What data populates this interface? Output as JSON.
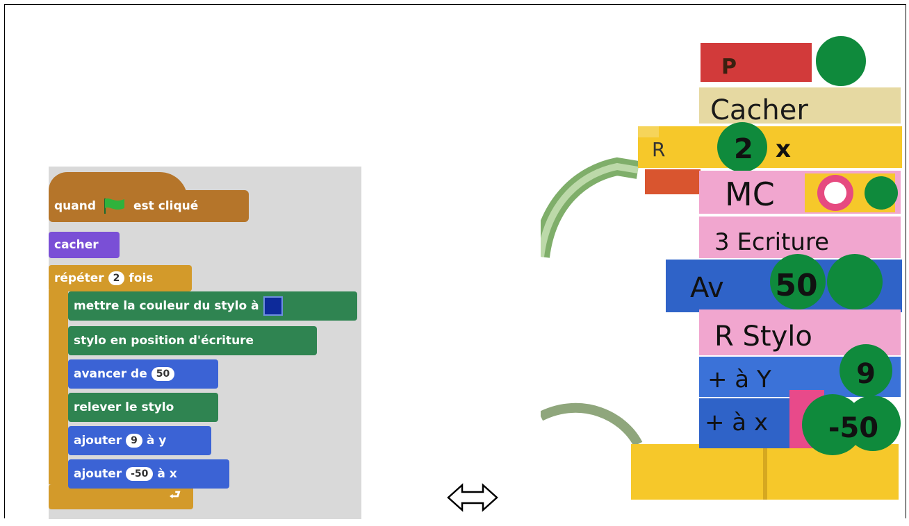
{
  "scratch": {
    "when_prefix": "quand",
    "when_suffix": "est cliqué",
    "hide": "cacher",
    "repeat_prefix": "répéter",
    "repeat_count": "2",
    "repeat_suffix": "fois",
    "set_pen_color": "mettre la couleur du stylo à",
    "pen_down": "stylo en position d'écriture",
    "move_prefix": "avancer de",
    "move_value": "50",
    "pen_up": "relever le stylo",
    "change_y_prefix": "ajouter",
    "change_y_value": "9",
    "change_y_suffix": "à y",
    "change_x_prefix": "ajouter",
    "change_x_value": "-50",
    "change_x_suffix": "à x",
    "pen_color_hex": "#0d2a9a"
  },
  "arrow_icon": "left-right-arrow-icon",
  "photo": {
    "top_label": "P",
    "row1": "Cacher",
    "row2_letter": "R",
    "row2_count": "2",
    "row2_symbol": "x",
    "row3": "MC",
    "row4": "3 Ecriture",
    "row5_label": "Av",
    "row5_value": "50",
    "row6": "R Stylo",
    "row7_label": "+ à Y",
    "row7_value": "9",
    "row8_label": "+ à x",
    "row8_value": "-50",
    "colors": {
      "red": "#d23a3a",
      "beige": "#e6d9a2",
      "yellow": "#f6c82a",
      "pink": "#f1a6cf",
      "blue": "#2f63c8",
      "green": "#0f8a3c"
    }
  }
}
